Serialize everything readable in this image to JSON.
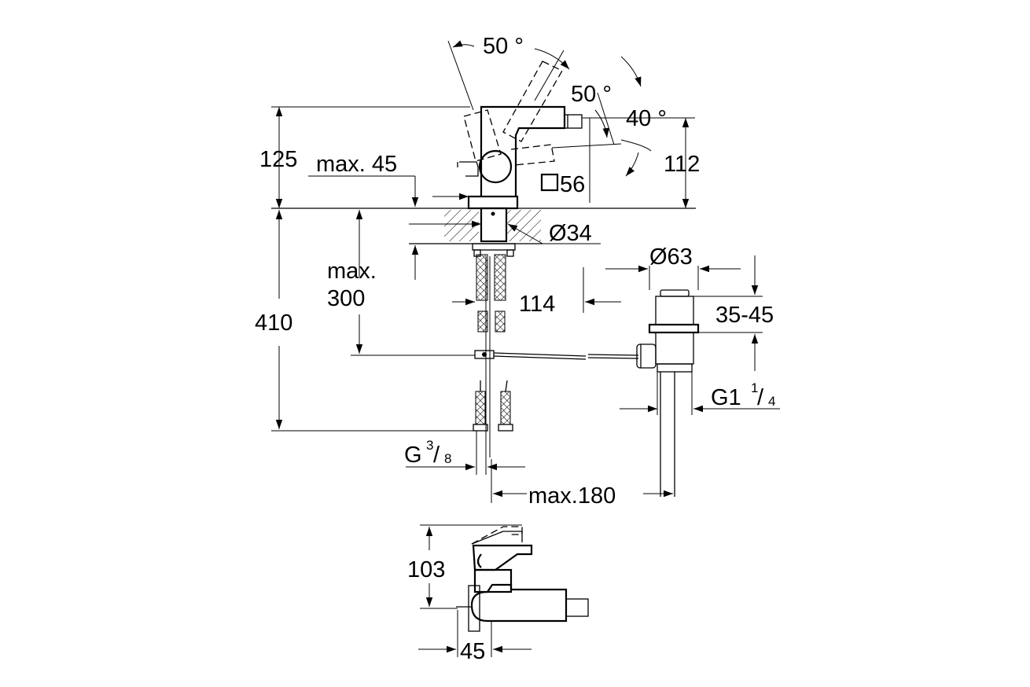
{
  "labels": {
    "angle_top": "50 °",
    "angle_lever": "50 °",
    "angle_spout": "40 °",
    "h_125": "125",
    "max_45": "max. 45",
    "h_112": "112",
    "square": "56",
    "dia_34": "Ø34",
    "max_300_a": "max.",
    "max_300_b": "300",
    "h_410": "410",
    "w_114": "114",
    "dia_63": "Ø63",
    "range_35_45": "35-45",
    "g1": "G1",
    "g1_num": "1",
    "g1_sep": "/",
    "g1_den": "4",
    "g38": "G",
    "g38_num": "3",
    "g38_sep": "/",
    "g38_den": "8",
    "max_180": "max.180",
    "h_103": "103",
    "w_45": "45"
  }
}
